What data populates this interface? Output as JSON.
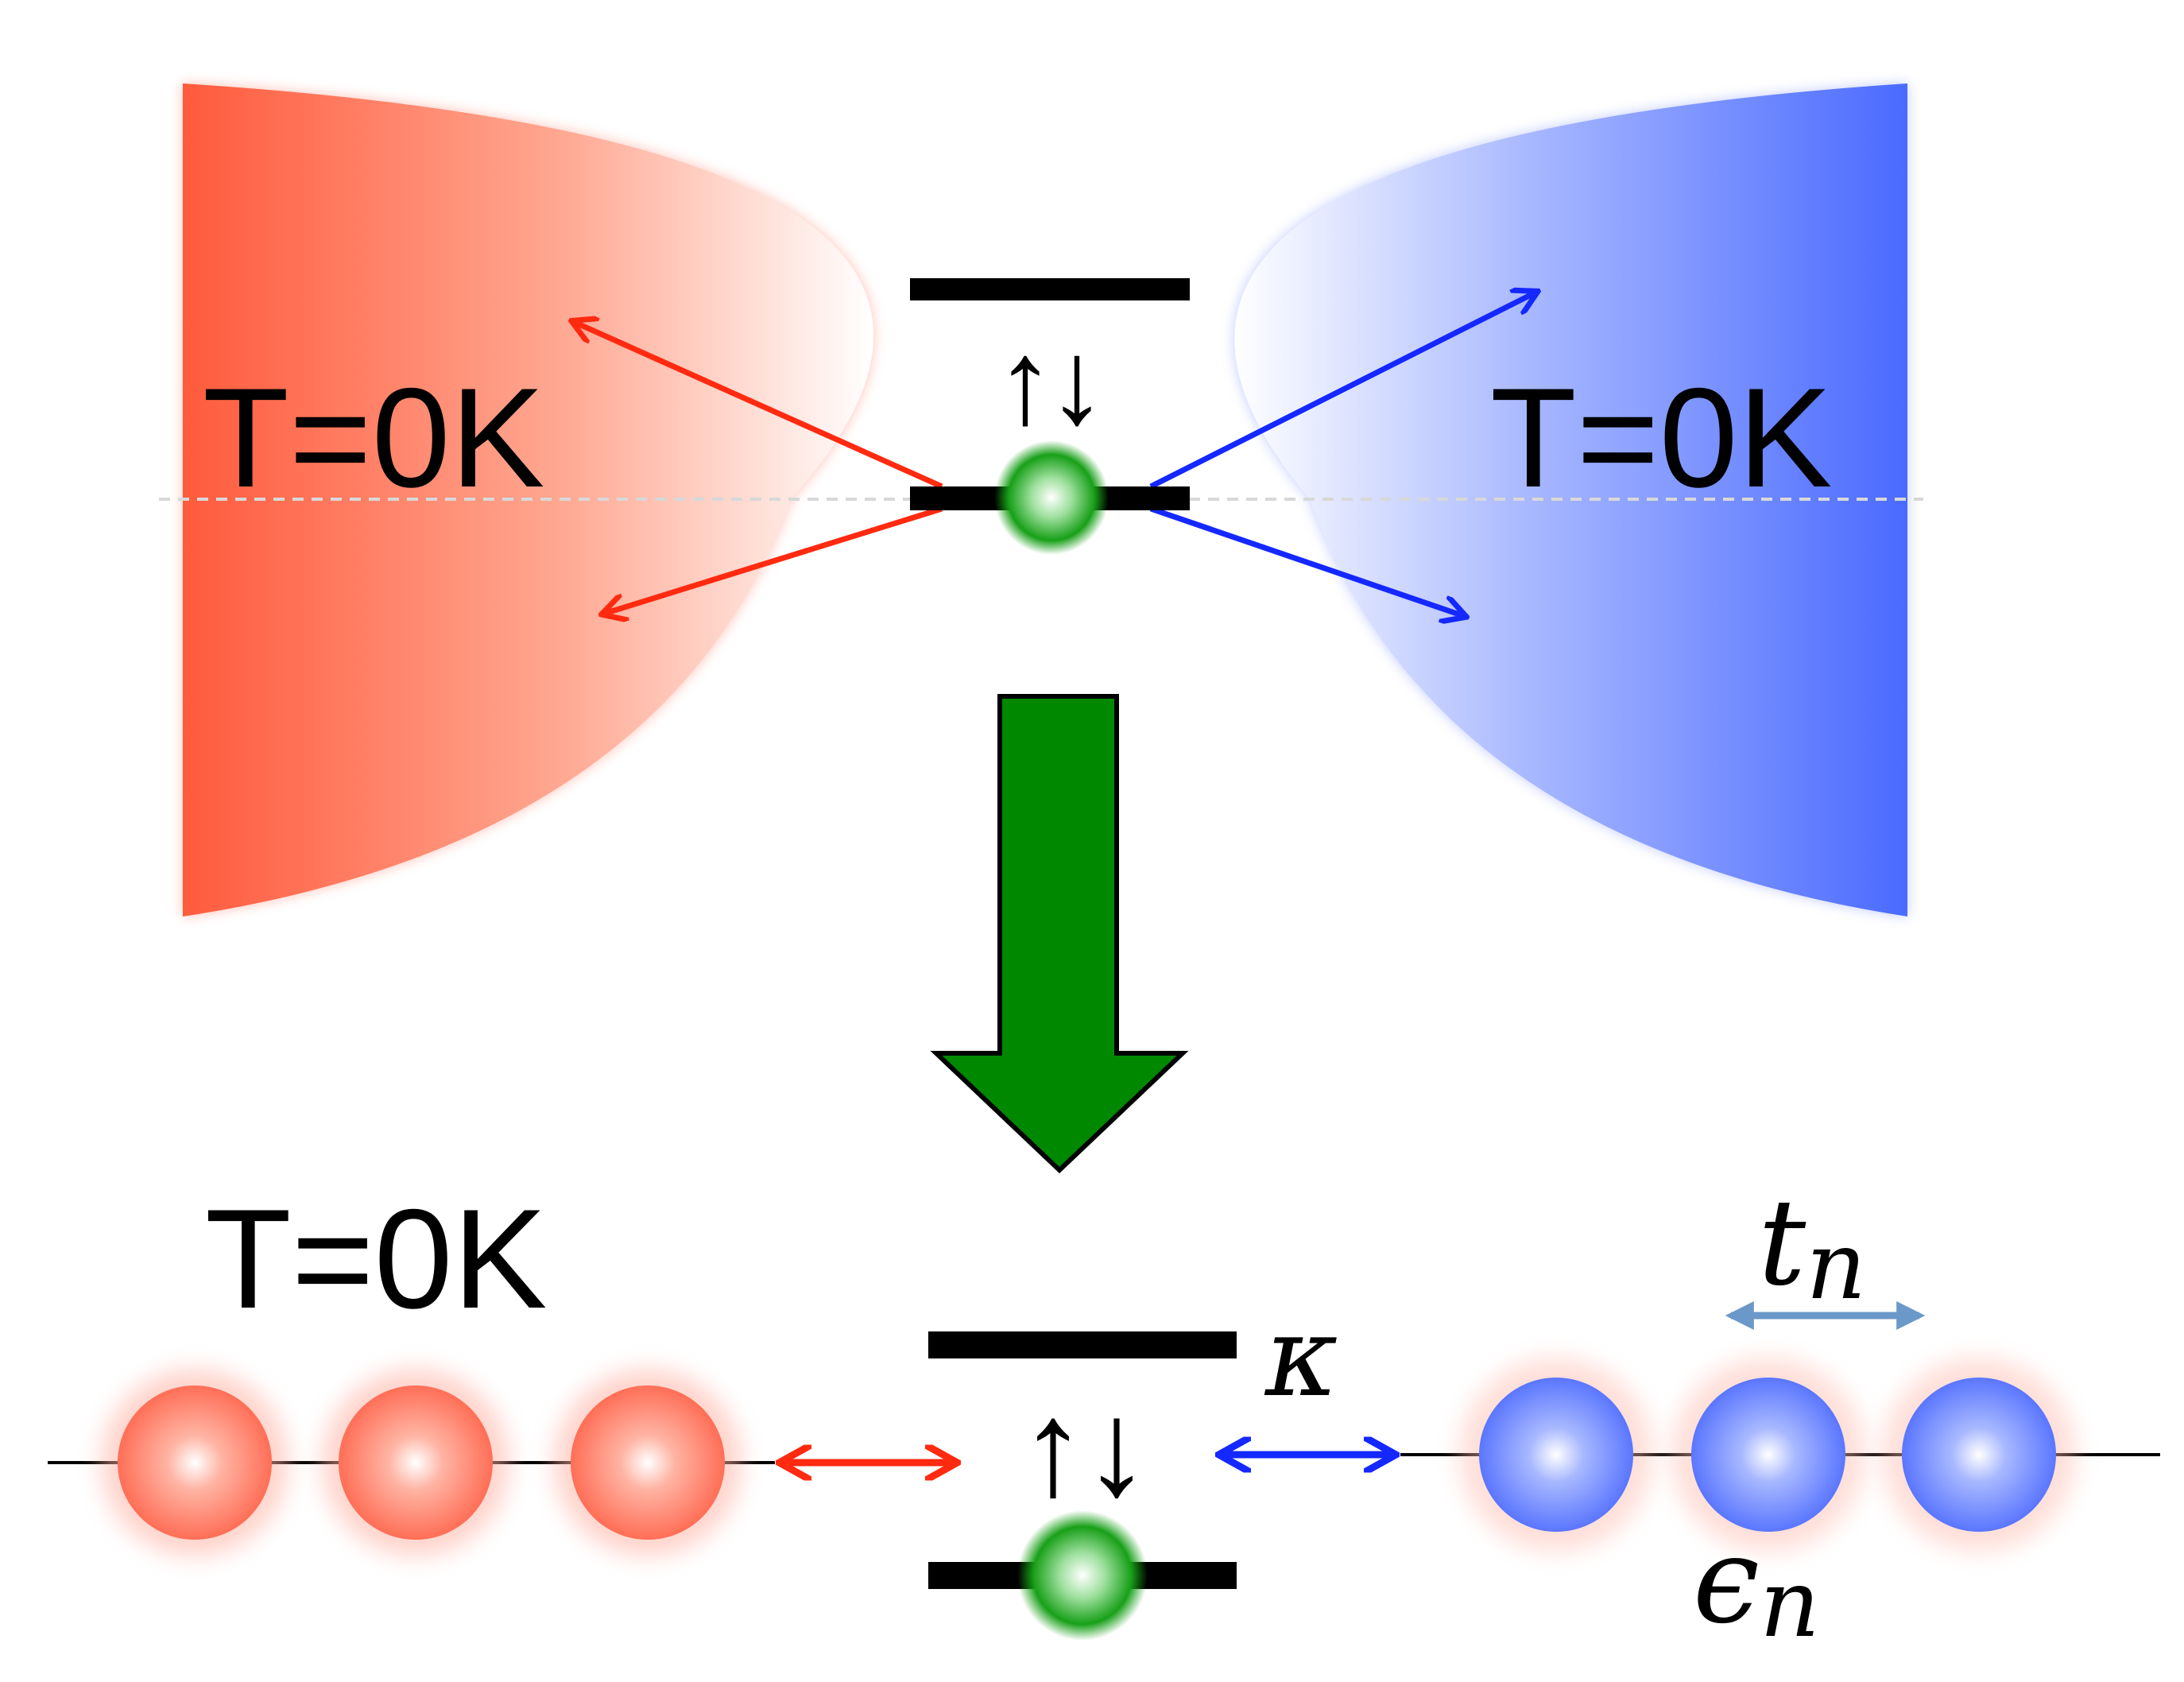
{
  "labels": {
    "temp_left_top": "T=0K",
    "temp_right_top": "T=0K",
    "temp_bottom": "T=0K",
    "hopping_symbol": "t",
    "hopping_subscript": "n",
    "onsite_symbol": "ϵ",
    "onsite_subscript": "n",
    "coupling_symbol": "κ"
  },
  "spin_arrows": {
    "up": "↑",
    "down": "↓"
  },
  "colors": {
    "hot_reservoir": "#ff5a3c",
    "cold_reservoir": "#4a6aff",
    "red_arrow": "#ff2a10",
    "blue_arrow": "#1428ff",
    "mapping_arrow": "#008800",
    "electron": "#18a018",
    "hopping_arrow": "#6a98c8",
    "level_bar": "#000000"
  },
  "chains": {
    "left_site_count": 3,
    "right_site_count": 3
  }
}
